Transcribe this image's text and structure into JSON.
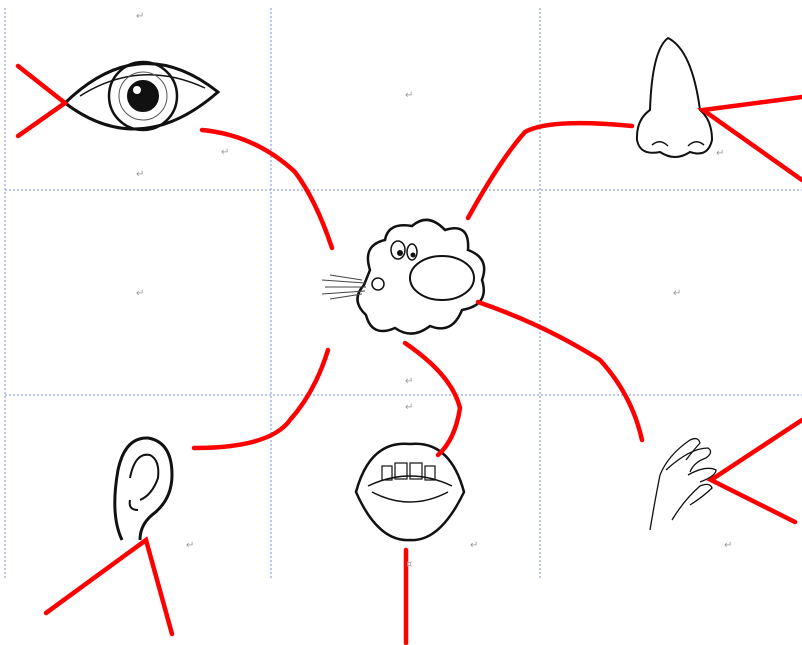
{
  "document": {
    "paragraph_mark": "↵",
    "cell_mark": "¤"
  },
  "table": {
    "rows": 3,
    "cols": 3,
    "border_color": "#7a8fd6"
  },
  "pictures": [
    {
      "name": "eye-picture",
      "depicts": "eye"
    },
    {
      "name": "nose-picture",
      "depicts": "nose"
    },
    {
      "name": "wind-cloud-picture",
      "depicts": "cloud blowing wind"
    },
    {
      "name": "ear-picture",
      "depicts": "ear"
    },
    {
      "name": "mouth-picture",
      "depicts": "open mouth"
    },
    {
      "name": "hand-picture",
      "depicts": "hand"
    }
  ],
  "colors": {
    "connector": "#ff0000",
    "ink": "#111111"
  }
}
